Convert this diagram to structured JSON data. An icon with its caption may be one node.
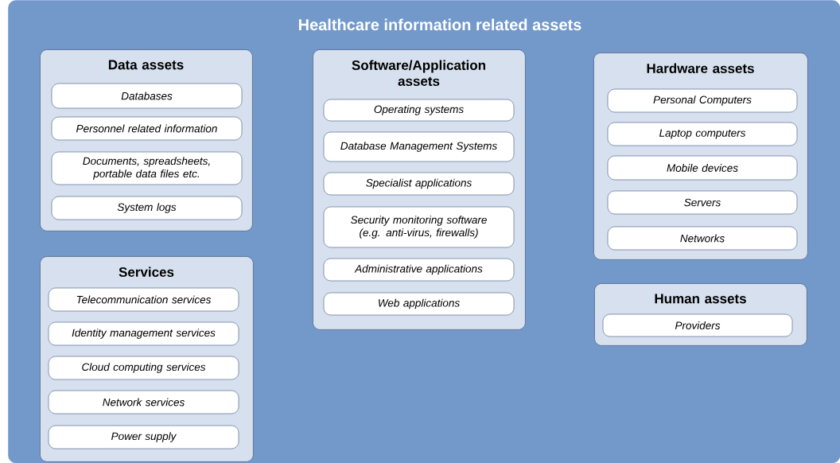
{
  "diagram": {
    "nodes": [
      {
        "text": [
          "Healthcare information related assets"
        ]
      },
      {
        "text": [
          "Data assets"
        ],
        "in": 0
      },
      {
        "text": [
          "Databases"
        ],
        "in": 1
      },
      {
        "text": [
          "Personnel related information"
        ],
        "in": 1
      },
      {
        "text": [
          "Documents, spreadsheets, portable data files etc."
        ],
        "in": 1
      },
      {
        "text": [
          "System logs"
        ],
        "in": 1
      },
      {
        "text": [
          "Software/Application assets"
        ],
        "in": 0
      },
      {
        "text": [
          "Operating systems"
        ],
        "in": 6
      },
      {
        "text": [
          "Database Management Systems"
        ],
        "in": 6
      },
      {
        "text": [
          "Specialist applications"
        ],
        "in": 6
      },
      {
        "text": [
          "Security monitoring software (e.g. anti-virus, firewalls)"
        ],
        "in": 6
      },
      {
        "text": [
          "Administrative applications"
        ],
        "in": 6
      },
      {
        "text": [
          "Web applications"
        ],
        "in": 6
      },
      {
        "text": [
          "Hardware assets"
        ],
        "in": 0
      },
      {
        "text": [
          "Personal Computers"
        ],
        "in": 13
      },
      {
        "text": [
          "Laptop computers"
        ],
        "in": 13
      },
      {
        "text": [
          "Mobile devices"
        ],
        "in": 13
      },
      {
        "text": [
          "Servers"
        ],
        "in": 13
      },
      {
        "text": [
          "Networks"
        ],
        "in": 13
      },
      {
        "text": [
          "Services"
        ],
        "in": 0
      },
      {
        "text": [
          "Telecommunication services"
        ],
        "in": 19
      },
      {
        "text": [
          "Identity management services"
        ],
        "in": 19
      },
      {
        "text": [
          "Cloud computing services"
        ],
        "in": 19
      },
      {
        "text": [
          "Network services"
        ],
        "in": 19
      },
      {
        "text": [
          "Power supply"
        ],
        "in": 19
      },
      {
        "text": [
          "Human assets"
        ],
        "in": 0
      },
      {
        "text": [
          "Providers"
        ],
        "in": 25
      }
    ]
  }
}
